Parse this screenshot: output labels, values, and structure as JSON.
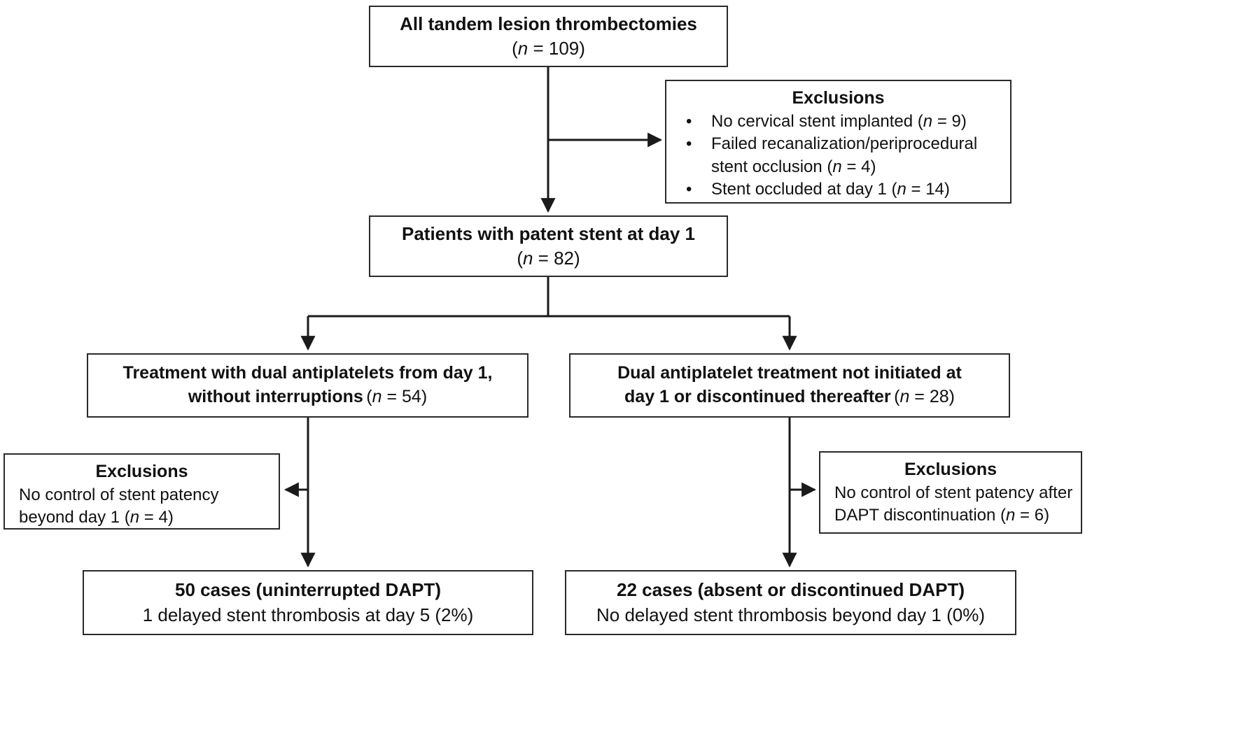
{
  "page": {
    "background": "#ffffff",
    "line_color": "#1a1a1a",
    "box_border_color": "#2a2a2a"
  },
  "flowchart": {
    "top_box": {
      "title": "All tandem lesion thrombectomies",
      "count": "(n = 109)"
    },
    "exclusions_top": {
      "title": "Exclusions",
      "items": [
        "No cervical stent implanted (n = 9)",
        "Failed recanalization/periprocedural\nstent occlusion (n = 4)",
        "Stent occluded at day 1 (n = 14)"
      ]
    },
    "patent_box": {
      "title": "Patients with patent stent at day 1",
      "count": "(n = 82)"
    },
    "dapt_box": {
      "line1": "Treatment with dual antiplatelets from day 1,",
      "line2_bold": "without interruptions",
      "line2_count": "(n = 54)"
    },
    "no_dapt_box": {
      "line1": "Dual antiplatelet treatment not initiated at",
      "line2_bold": "day 1 or discontinued thereafter",
      "line2_count": "(n = 28)"
    },
    "exclusions_left": {
      "title": "Exclusions",
      "body": "No control of stent patency\nbeyond day 1 (n = 4)"
    },
    "exclusions_right": {
      "title": "Exclusions",
      "body": "No control of stent patency after\nDAPT discontinuation (n = 6)"
    },
    "outcome_left": {
      "title": "50 cases (uninterrupted DAPT)",
      "detail": "1 delayed stent thrombosis at day 5 (2%)"
    },
    "outcome_right": {
      "title": "22 cases (absent or discontinued DAPT)",
      "detail": "No delayed stent thrombosis beyond day 1 (0%)"
    }
  }
}
